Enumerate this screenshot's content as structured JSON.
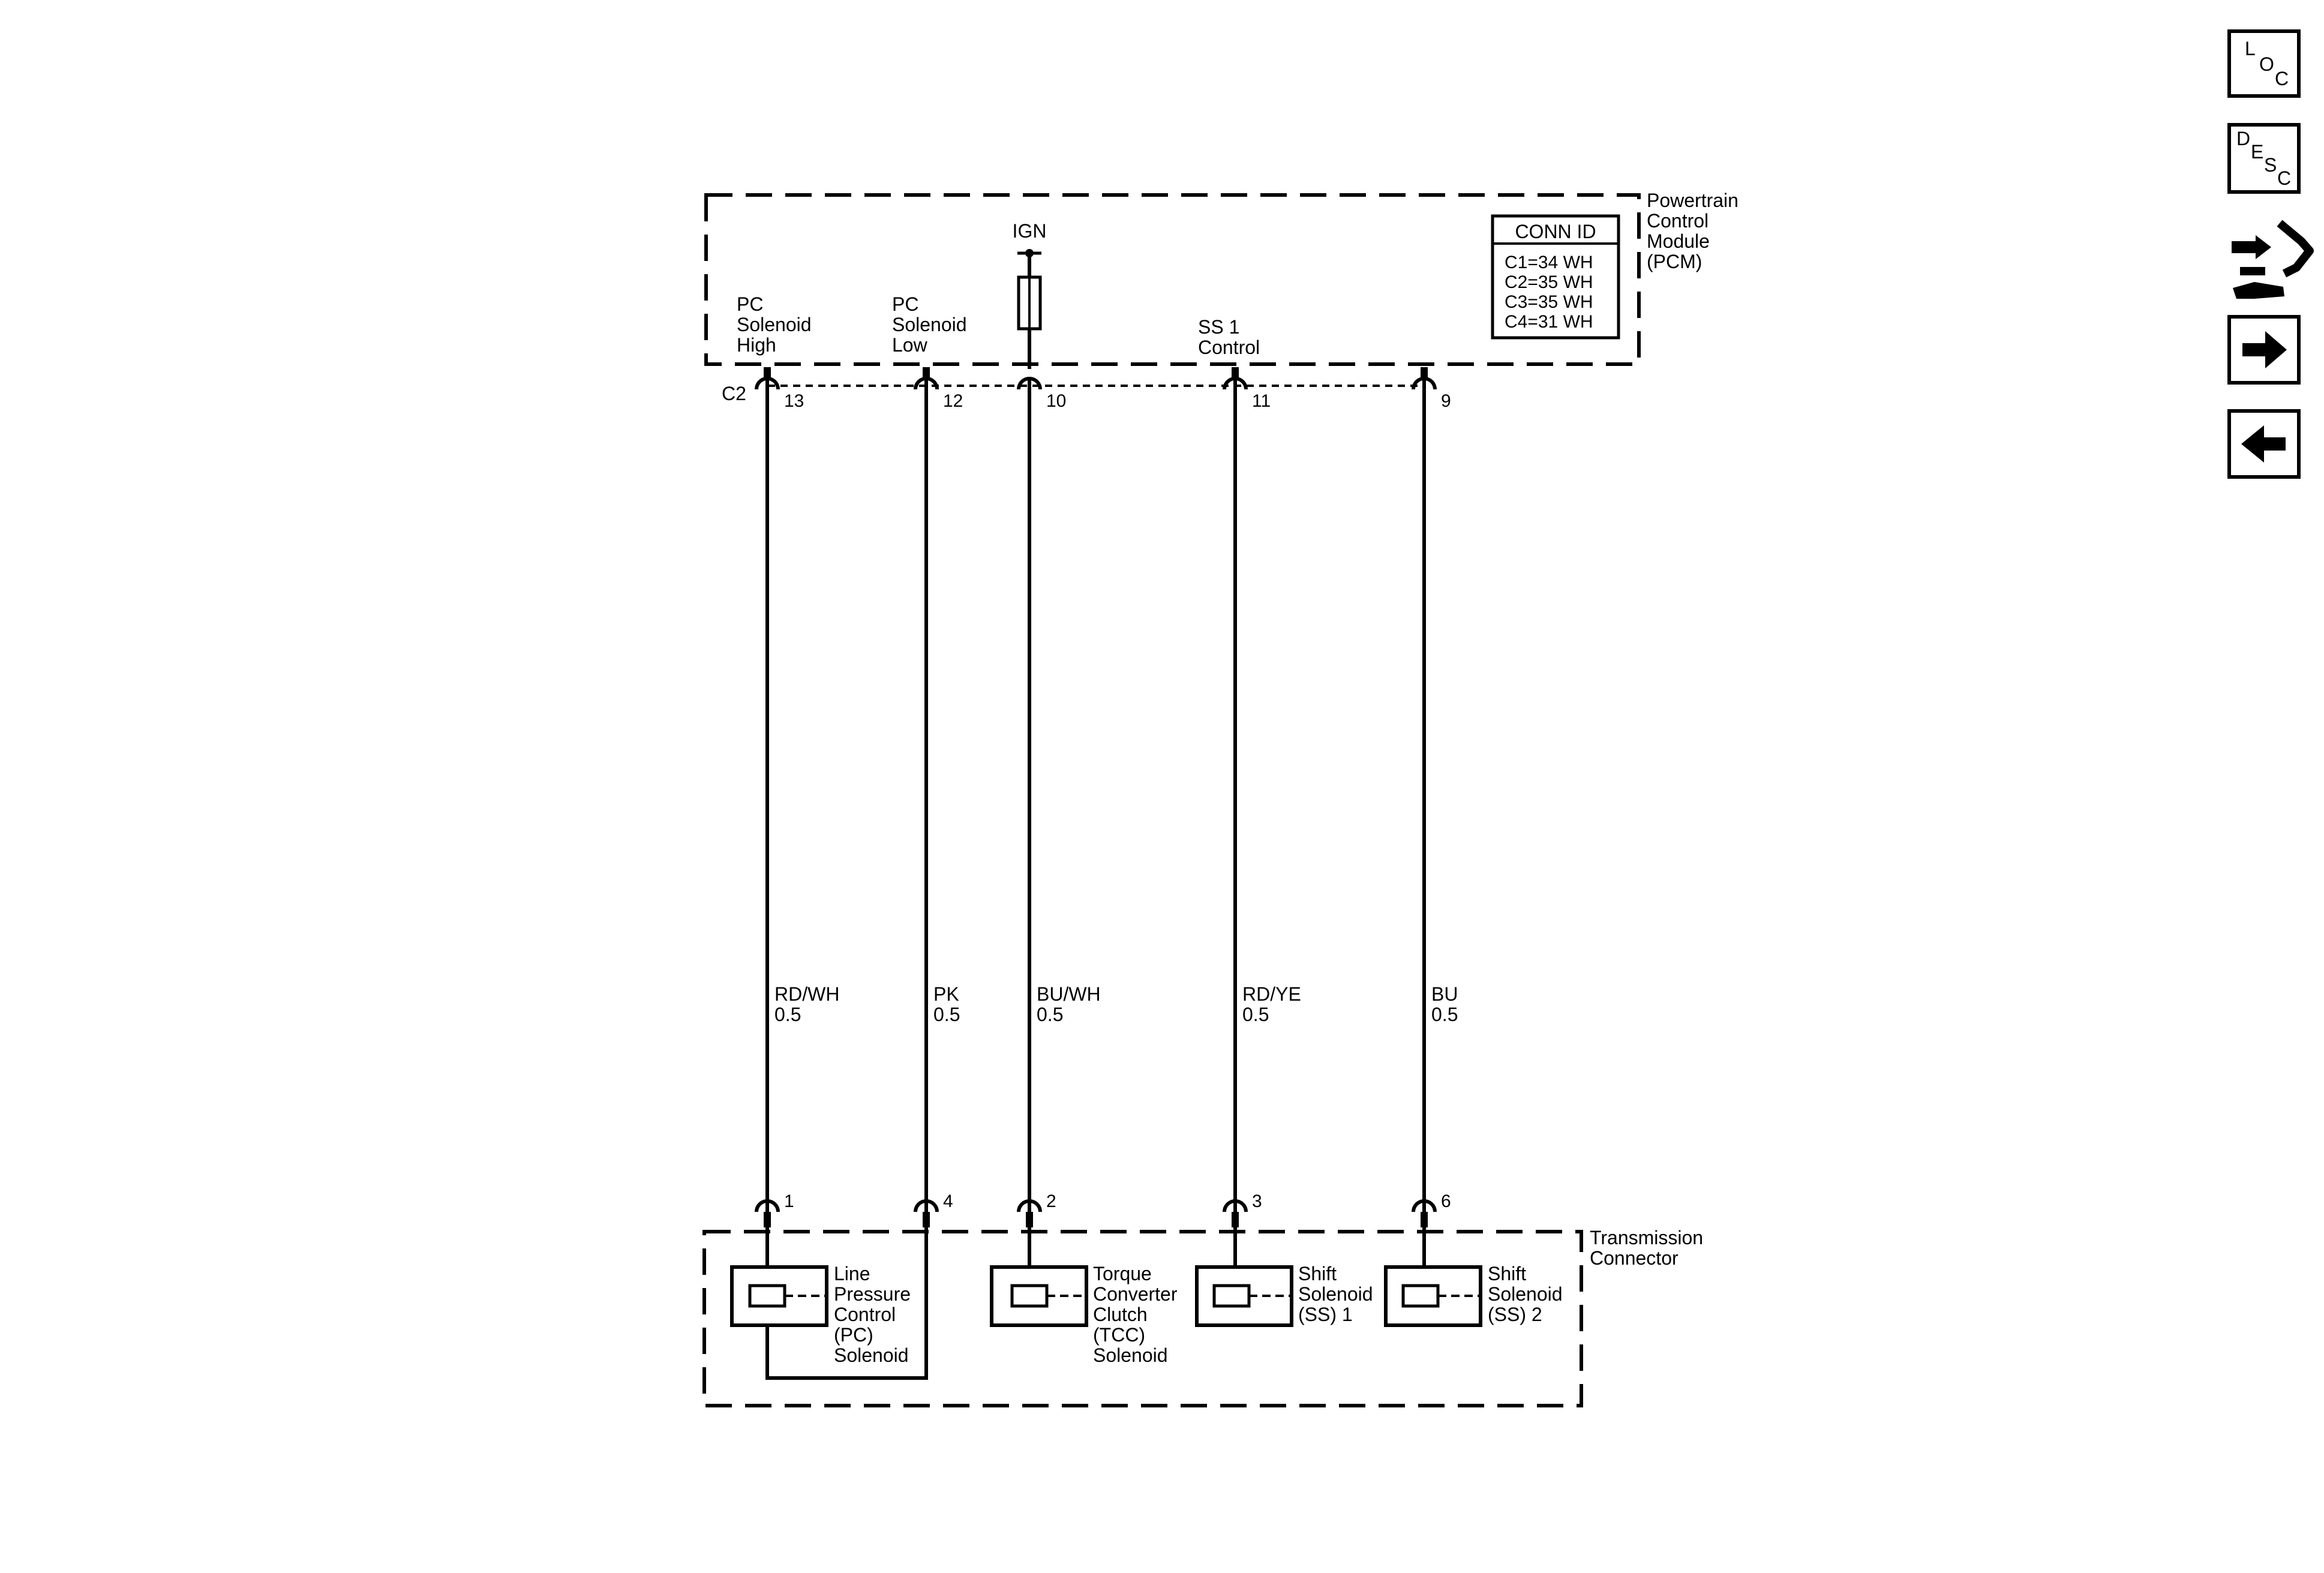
{
  "pcm": {
    "label_lines": [
      "Powertrain",
      "Control",
      "Module",
      "(PCM)"
    ],
    "ign_label": "IGN",
    "connector": "C2",
    "conn_id": {
      "header": "CONN ID",
      "rows": [
        "C1=34 WH",
        "C2=35 WH",
        "C3=35 WH",
        "C4=31 WH"
      ]
    },
    "pin_labels": [
      [
        "PC",
        "Solenoid",
        "High"
      ],
      [
        "PC",
        "Solenoid",
        "Low"
      ],
      [],
      [
        "SS 1",
        "Control"
      ],
      []
    ]
  },
  "transmission": {
    "label_lines": [
      "Transmission",
      "Connector"
    ]
  },
  "circuits": [
    {
      "pcm_pin": "13",
      "wire_color": "RD/WH",
      "gauge": "0.5",
      "trans_pin": "1"
    },
    {
      "pcm_pin": "12",
      "wire_color": "PK",
      "gauge": "0.5",
      "trans_pin": "4"
    },
    {
      "pcm_pin": "10",
      "wire_color": "BU/WH",
      "gauge": "0.5",
      "trans_pin": "2"
    },
    {
      "pcm_pin": "11",
      "wire_color": "RD/YE",
      "gauge": "0.5",
      "trans_pin": "3"
    },
    {
      "pcm_pin": "9",
      "wire_color": "BU",
      "gauge": "0.5",
      "trans_pin": "6"
    }
  ],
  "solenoids": [
    {
      "lines": [
        "Line",
        "Pressure",
        "Control",
        "(PC)",
        "Solenoid"
      ]
    },
    {
      "lines": [
        "Torque",
        "Converter",
        "Clutch",
        "(TCC)",
        "Solenoid"
      ]
    },
    {
      "lines": [
        "Shift",
        "Solenoid",
        "(SS) 1"
      ]
    },
    {
      "lines": [
        "Shift",
        "Solenoid",
        "(SS) 2"
      ]
    }
  ],
  "nav": {
    "loc": [
      "L",
      "O",
      "C"
    ],
    "desc": [
      "D",
      "E",
      "S",
      "C"
    ],
    "icons": [
      "connector-end-view-icon",
      "next-arrow-icon",
      "previous-arrow-icon"
    ]
  }
}
